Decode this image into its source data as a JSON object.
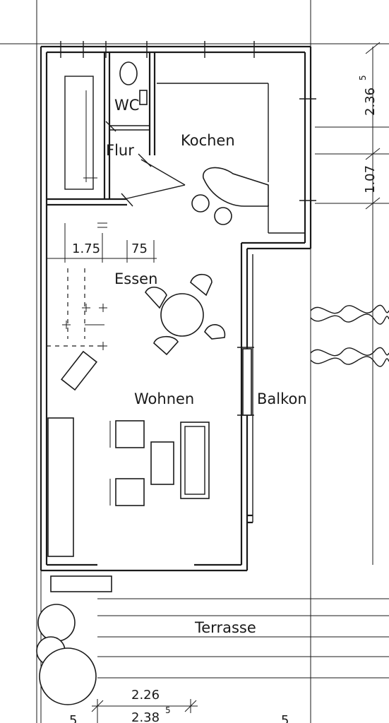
{
  "rooms": {
    "wc": "WC",
    "flur": "Flur",
    "kochen": "Kochen",
    "essen": "Essen",
    "wohnen": "Wohnen",
    "balkon": "Balkon",
    "terrasse": "Terrasse"
  },
  "dimensions": {
    "d_2365_main": "2.36",
    "d_2365_sup": "5",
    "d_107": "1.07",
    "d_175": "1.75",
    "d_75": "75",
    "d_226": "2.26",
    "d_2385_main": "2.38",
    "d_2385_sup": "5",
    "d_5_left": "5",
    "d_5_right": "5"
  }
}
